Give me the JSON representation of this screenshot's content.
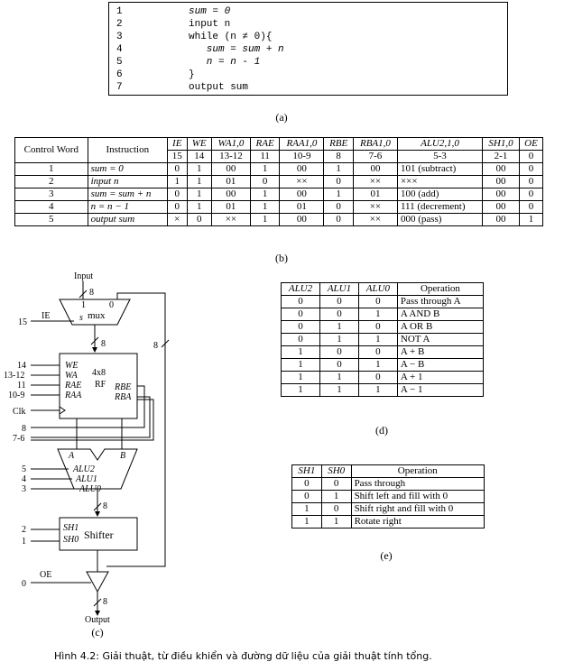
{
  "code": {
    "lines": [
      {
        "num": "1",
        "text": "sum = 0"
      },
      {
        "num": "2",
        "text": "input n"
      },
      {
        "num": "3",
        "text": "while (n ≠ 0){"
      },
      {
        "num": "4",
        "text": "   sum = sum + n"
      },
      {
        "num": "5",
        "text": "   n = n - 1"
      },
      {
        "num": "6",
        "text": "}"
      },
      {
        "num": "7",
        "text": "output sum"
      }
    ],
    "caption": "(a)"
  },
  "control_table": {
    "headers": [
      "Control Word",
      "Instruction",
      "IE",
      "WE",
      "WA1,0",
      "RAE",
      "RAA1,0",
      "RBE",
      "RBA1,0",
      "ALU2,1,0",
      "SH1,0",
      "OE"
    ],
    "bits": [
      "15",
      "14",
      "13-12",
      "11",
      "10-9",
      "8",
      "7-6",
      "5-3",
      "2-1",
      "0"
    ],
    "rows": [
      [
        "1",
        "sum = 0",
        "0",
        "1",
        "00",
        "1",
        "00",
        "1",
        "00",
        "101 (subtract)",
        "00",
        "0"
      ],
      [
        "2",
        "input n",
        "1",
        "1",
        "01",
        "0",
        "××",
        "0",
        "××",
        "×××",
        "00",
        "0"
      ],
      [
        "3",
        "sum = sum + n",
        "0",
        "1",
        "00",
        "1",
        "00",
        "1",
        "01",
        "100 (add)",
        "00",
        "0"
      ],
      [
        "4",
        "n = n − 1",
        "0",
        "1",
        "01",
        "1",
        "01",
        "0",
        "××",
        "111 (decrement)",
        "00",
        "0"
      ],
      [
        "5",
        "output sum",
        "×",
        "0",
        "××",
        "1",
        "00",
        "0",
        "××",
        "000 (pass)",
        "00",
        "1"
      ]
    ],
    "caption": "(b)"
  },
  "alu_table": {
    "headers": [
      "ALU2",
      "ALU1",
      "ALU0",
      "Operation"
    ],
    "rows": [
      [
        "0",
        "0",
        "0",
        "Pass through A"
      ],
      [
        "0",
        "0",
        "1",
        "A AND B"
      ],
      [
        "0",
        "1",
        "0",
        "A OR B"
      ],
      [
        "0",
        "1",
        "1",
        "NOT A"
      ],
      [
        "1",
        "0",
        "0",
        "A + B"
      ],
      [
        "1",
        "0",
        "1",
        "A − B"
      ],
      [
        "1",
        "1",
        "0",
        "A + 1"
      ],
      [
        "1",
        "1",
        "1",
        "A − 1"
      ]
    ],
    "caption": "(d)"
  },
  "shifter_table": {
    "headers": [
      "SH1",
      "SH0",
      "Operation"
    ],
    "rows": [
      [
        "0",
        "0",
        "Pass through"
      ],
      [
        "0",
        "1",
        "Shift left and fill with 0"
      ],
      [
        "1",
        "0",
        "Shift right and fill with 0"
      ],
      [
        "1",
        "1",
        "Rotate right"
      ]
    ],
    "caption": "(e)"
  },
  "datapath": {
    "input_label": "Input",
    "output_label": "Output",
    "bus_width": "8",
    "mux_label": "mux",
    "mux_in1": "1",
    "mux_in0": "0",
    "mux_select": "s",
    "ie_label": "IE",
    "ie_bit": "15",
    "rf_size": "4x8",
    "rf_name": "RF",
    "rf_we": "WE",
    "rf_wa": "WA",
    "rf_rae": "RAE",
    "rf_raa": "RAA",
    "rf_rbe": "RBE",
    "rf_rba": "RBA",
    "bit_we": "14",
    "bit_wa": "13-12",
    "bit_rae": "11",
    "bit_raa": "10-9",
    "clk": "Clk",
    "bit_rbe": "8",
    "bit_rba": "7-6",
    "alu_a": "A",
    "alu_b": "B",
    "alu2": "ALU2",
    "alu1": "ALU1",
    "alu0": "ALU0",
    "bit_alu2": "5",
    "bit_alu1": "4",
    "bit_alu0": "3",
    "shifter": "Shifter",
    "sh1": "SH1",
    "sh0": "SH0",
    "bit_sh1": "2",
    "bit_sh0": "1",
    "oe_label": "OE",
    "bit_oe": "0",
    "caption": "(c)"
  },
  "footer": "Hình 4.2: Giải thuật, từ điều khiển và đường dữ liệu của giải thuật tính tổng."
}
